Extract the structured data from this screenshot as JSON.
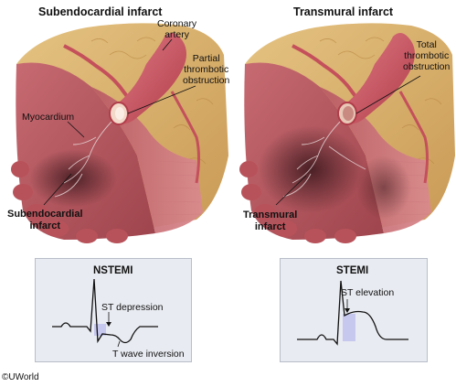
{
  "left_panel": {
    "title": "Subendocardial infarct",
    "labels": {
      "coronary_artery": "Coronary\nartery",
      "partial_obstruction": "Partial\nthrombotic\nobstruction",
      "myocardium": "Myocardium",
      "infarct": "Subendocardial\ninfarct"
    },
    "ecg": {
      "title": "NSTEMI",
      "st_label": "ST depression",
      "t_label": "T wave inversion"
    }
  },
  "right_panel": {
    "title": "Transmural infarct",
    "labels": {
      "total_obstruction": "Total\nthrombotic\nobstruction",
      "infarct": "Transmural\ninfarct"
    },
    "ecg": {
      "title": "STEMI",
      "st_label": "ST elevation"
    }
  },
  "footer": {
    "copyright": "©UWorld"
  },
  "colors": {
    "myocardium": "#b5545c",
    "myocardium_dark": "#8e3a42",
    "fat": "#dcb46e",
    "artery": "#c84d5a",
    "infarct_shadow": "#5a2a30",
    "ecg_box": "#e8ebf1",
    "st_highlight": "#c6c8ee"
  }
}
